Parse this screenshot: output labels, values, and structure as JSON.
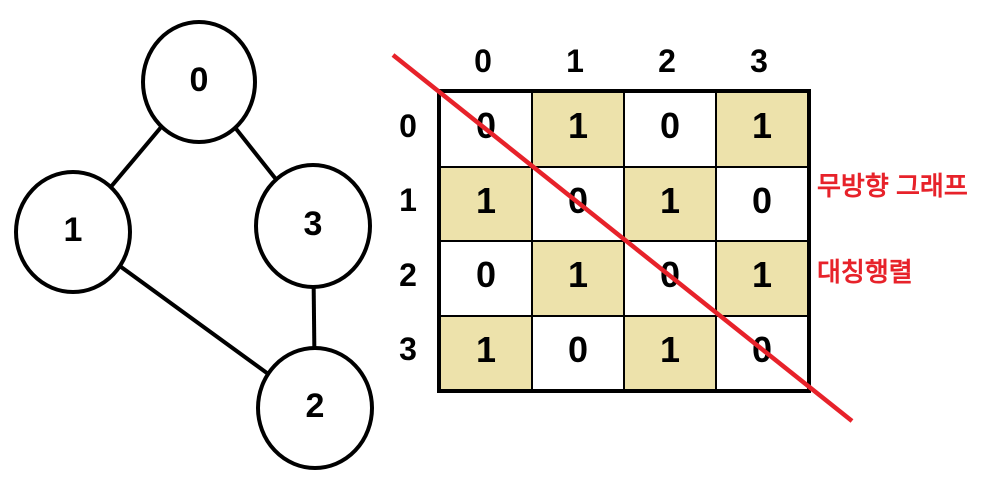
{
  "figure": {
    "background": "#ffffff"
  },
  "graph": {
    "nodes": [
      {
        "id": "0",
        "label": "0"
      },
      {
        "id": "1",
        "label": "1"
      },
      {
        "id": "3",
        "label": "3"
      },
      {
        "id": "2",
        "label": "2"
      }
    ],
    "edges": [
      {
        "from": "0",
        "to": "1"
      },
      {
        "from": "0",
        "to": "3"
      },
      {
        "from": "1",
        "to": "2"
      },
      {
        "from": "3",
        "to": "2"
      }
    ]
  },
  "matrix": {
    "col_headers": [
      "0",
      "1",
      "2",
      "3"
    ],
    "row_headers": [
      "0",
      "1",
      "2",
      "3"
    ],
    "rows": [
      [
        "0",
        "1",
        "0",
        "1"
      ],
      [
        "1",
        "0",
        "1",
        "0"
      ],
      [
        "0",
        "1",
        "0",
        "1"
      ],
      [
        "1",
        "0",
        "1",
        "0"
      ]
    ],
    "highlight_value": "1",
    "highlight_color": "#ede2ab",
    "grid_color": "#000000"
  },
  "annotations": {
    "undirected_graph_label": "무방향 그래프",
    "symmetric_matrix_label": "대칭행렬",
    "accent_color": "#e7222a"
  }
}
